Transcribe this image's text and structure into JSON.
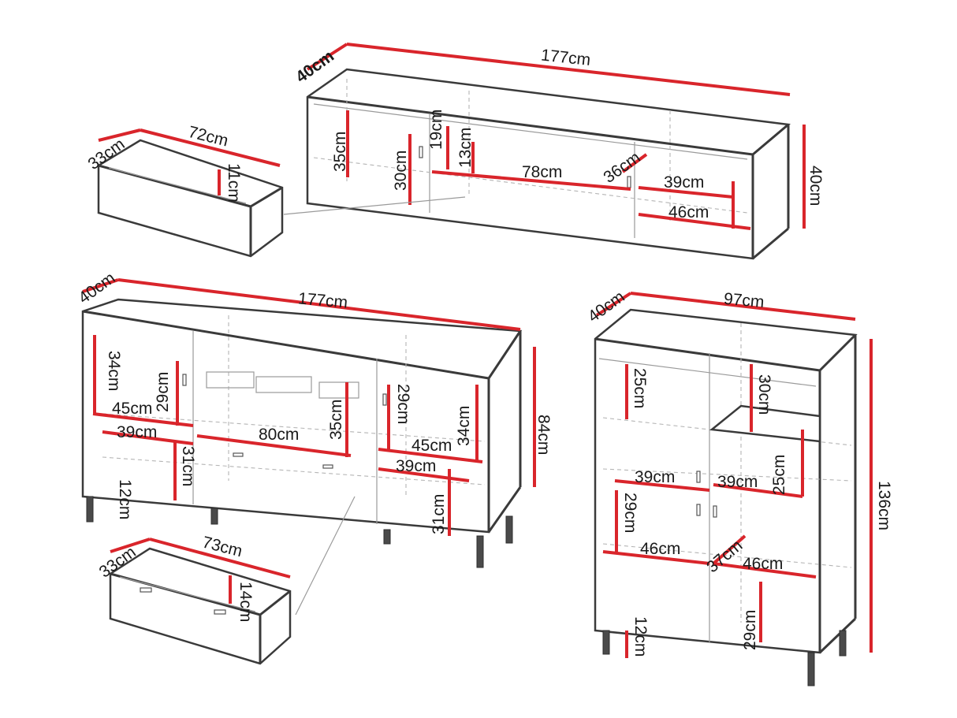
{
  "labels": {
    "tv_depth": "40cm",
    "tv_width": "177cm",
    "tv_height": "40cm",
    "tv_left_height": "35cm",
    "tv_left_inner": "30cm",
    "tv_mid_top": "19cm",
    "tv_mid_open": "13cm",
    "tv_mid_width": "78cm",
    "tv_diag": "36cm",
    "tv_right_inner": "39cm",
    "tv_right_shelf": "46cm",
    "tv_drawer_depth": "33cm",
    "tv_drawer_width": "72cm",
    "tv_drawer_height": "11cm",
    "sb_depth": "40cm",
    "sb_width": "177cm",
    "sb_height": "84cm",
    "sb_left_top": "34cm",
    "sb_left_door": "29cm",
    "sb_left_shelf": "45cm",
    "sb_left_inner": "39cm",
    "sb_left_low": "31cm",
    "sb_leg": "12cm",
    "sb_mid_width": "80cm",
    "sb_mid_height": "35cm",
    "sb_right_door": "29cm",
    "sb_right_top": "34cm",
    "sb_right_shelf": "45cm",
    "sb_right_inner": "39cm",
    "sb_right_low": "31cm",
    "sb_drawer_depth": "33cm",
    "sb_drawer_width": "73cm",
    "sb_drawer_height": "14cm",
    "hb_depth": "40cm",
    "hb_width": "97cm",
    "hb_height": "136cm",
    "hb_left_top": "25cm",
    "hb_right_top": "30cm",
    "hb_left_inner": "39cm",
    "hb_right_inner": "39cm",
    "hb_right_mid": "25cm",
    "hb_left_door": "29cm",
    "hb_left_shelf": "46cm",
    "hb_diag": "37cm",
    "hb_right_shelf": "46cm",
    "hb_right_low": "29cm",
    "hb_leg": "12cm"
  },
  "colors": {
    "dimension_line": "#d9252b",
    "outline": "#3a3a3a"
  }
}
